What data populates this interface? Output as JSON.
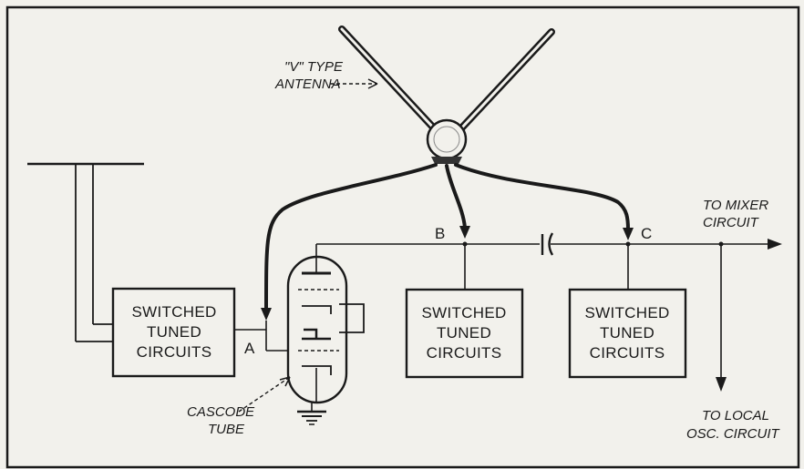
{
  "antenna_label": [
    "\"V\" TYPE",
    "ANTENNA"
  ],
  "boxes": [
    {
      "lines": [
        "SWITCHED",
        "TUNED",
        "CIRCUITS"
      ]
    },
    {
      "lines": [
        "SWITCHED",
        "TUNED",
        "CIRCUITS"
      ]
    },
    {
      "lines": [
        "SWITCHED",
        "TUNED",
        "CIRCUITS"
      ]
    }
  ],
  "nodes": {
    "a": "A",
    "b": "B",
    "c": "C"
  },
  "to_mixer": [
    "TO MIXER",
    "CIRCUIT"
  ],
  "to_local_osc": [
    "TO LOCAL",
    "OSC. CIRCUIT"
  ],
  "cascode_label": [
    "CASCODE",
    "TUBE"
  ]
}
